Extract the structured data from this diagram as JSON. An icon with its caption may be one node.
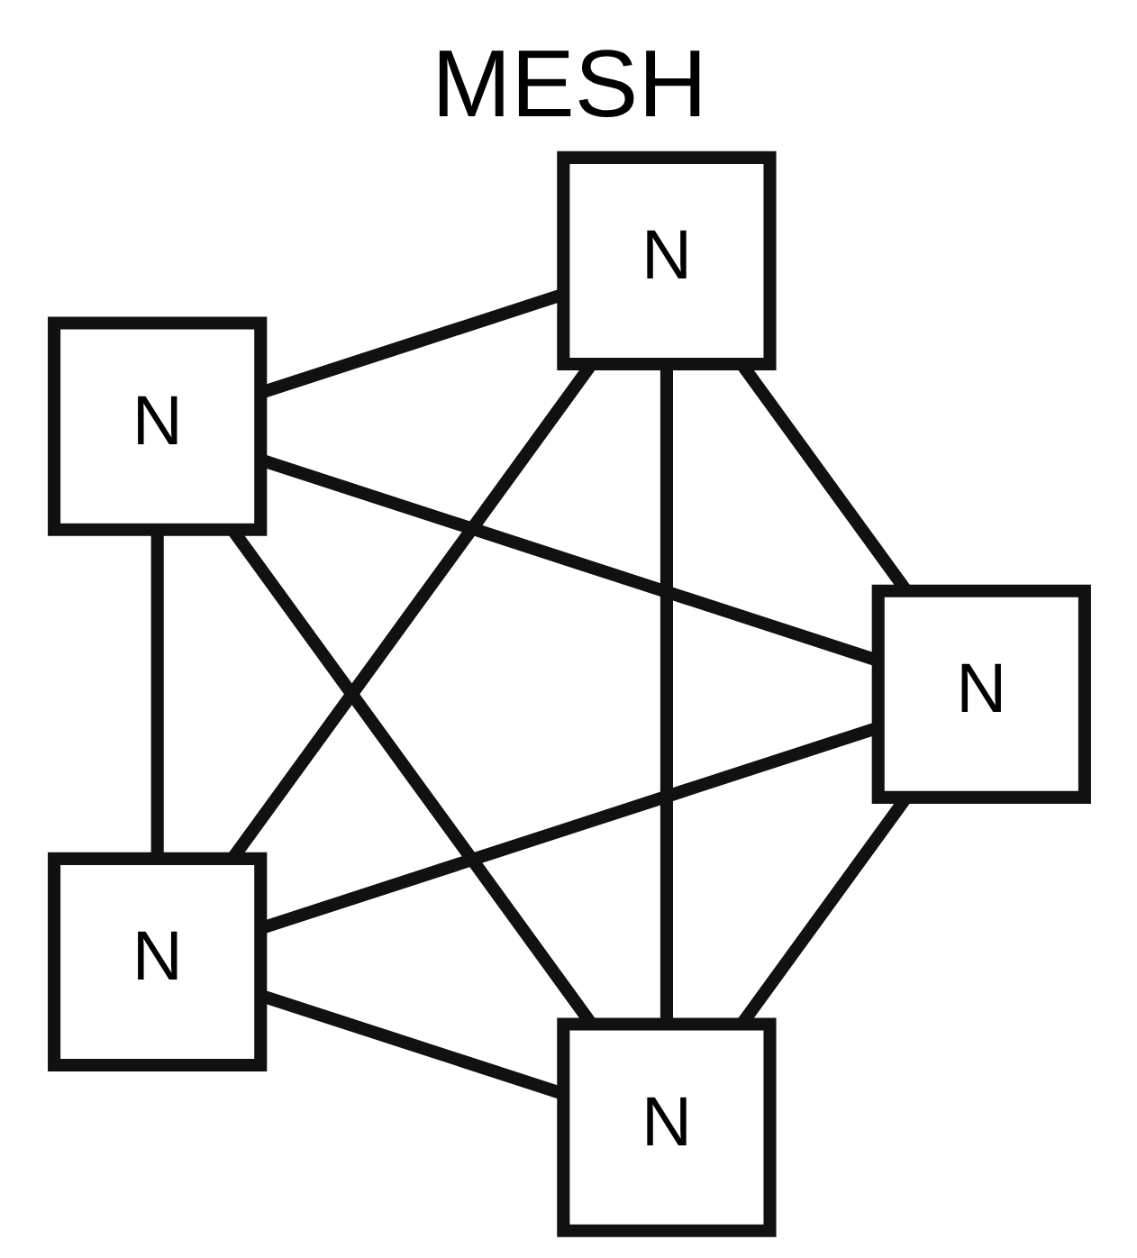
{
  "diagram": {
    "title": "MESH",
    "nodes": [
      {
        "text": [
          "N"
        ]
      },
      {
        "text": [
          "N"
        ]
      },
      {
        "text": [
          "N"
        ]
      },
      {
        "text": [
          "N"
        ]
      },
      {
        "text": [
          "N"
        ]
      }
    ],
    "edges": [
      {
        "from": 0,
        "to": 1,
        "arrow": "none"
      },
      {
        "from": 0,
        "to": 2,
        "arrow": "none"
      },
      {
        "from": 0,
        "to": 4,
        "arrow": "none"
      },
      {
        "from": 0,
        "to": 3,
        "arrow": "none"
      },
      {
        "from": 1,
        "to": 2,
        "arrow": "none"
      },
      {
        "from": 1,
        "to": 4,
        "arrow": "none"
      },
      {
        "from": 1,
        "to": 3,
        "arrow": "none"
      },
      {
        "from": 2,
        "to": 3,
        "arrow": "none"
      },
      {
        "from": 2,
        "to": 4,
        "arrow": "none"
      },
      {
        "from": 4,
        "to": 3,
        "arrow": "none"
      }
    ]
  }
}
